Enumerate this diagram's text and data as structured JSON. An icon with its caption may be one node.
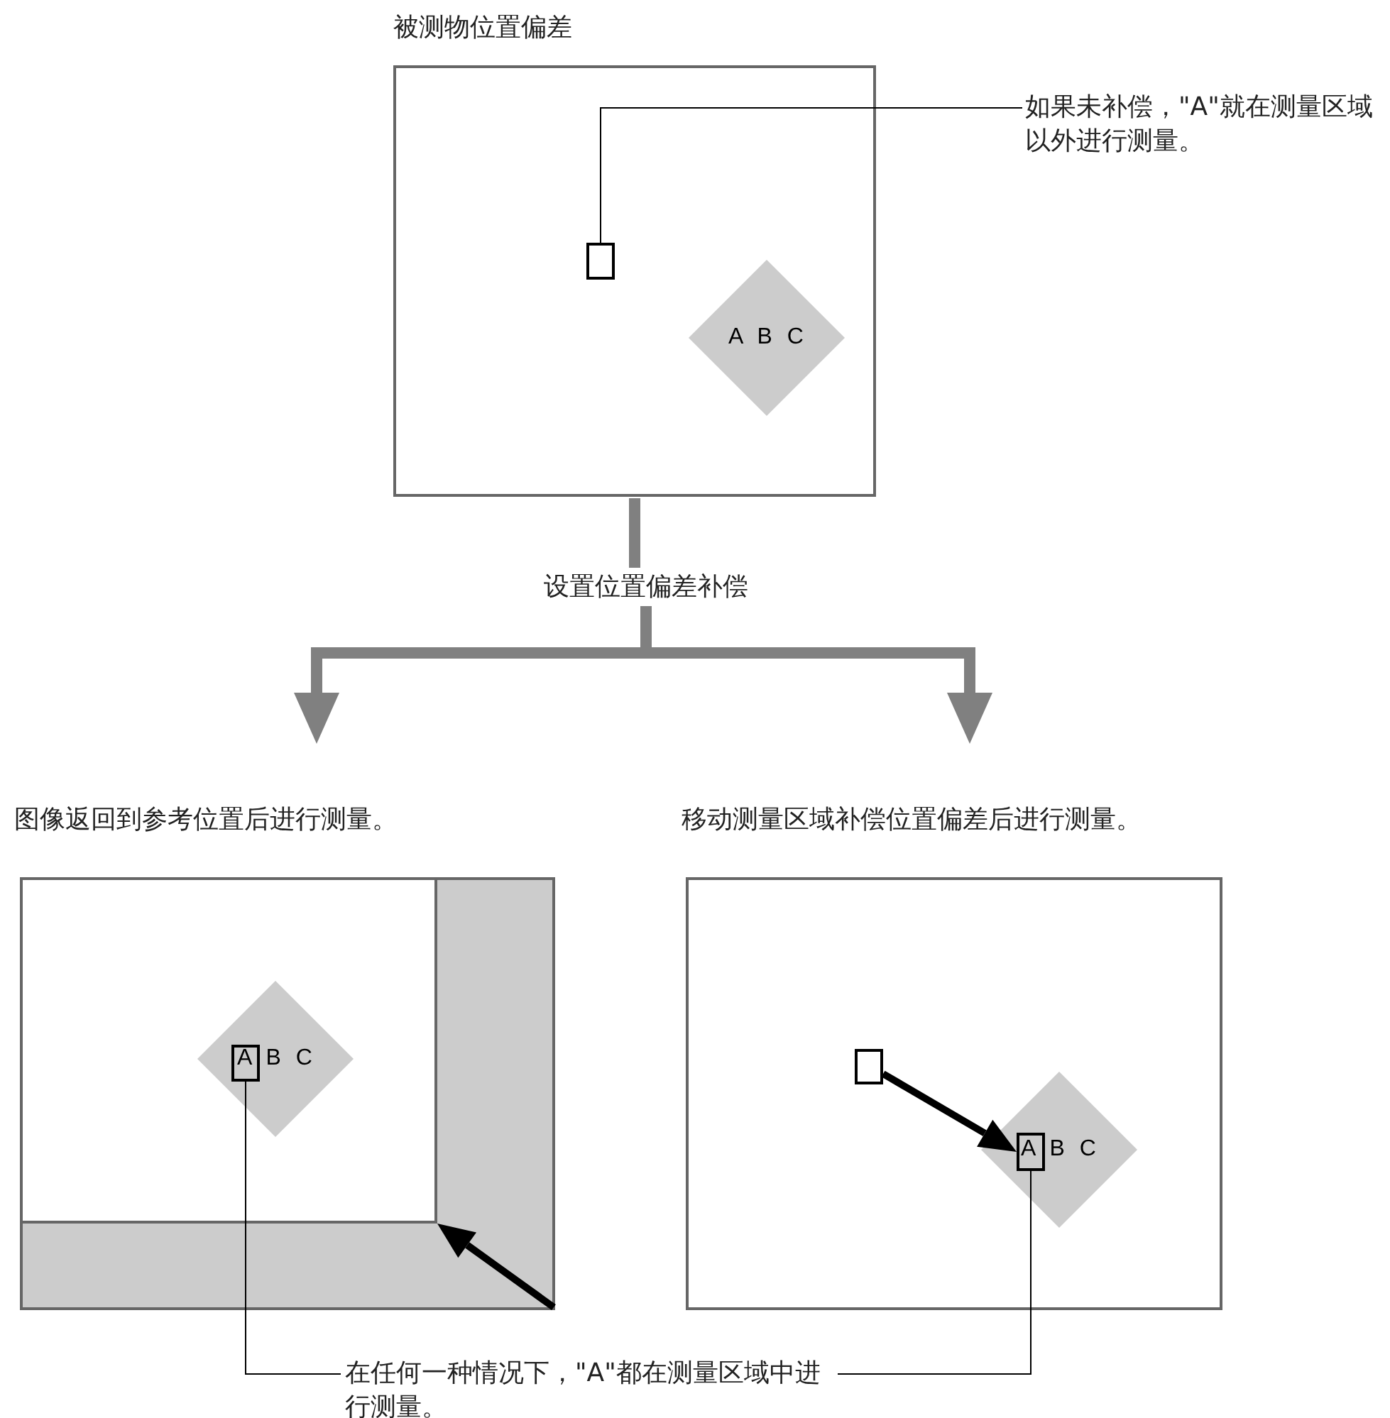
{
  "diagram": {
    "title": "被测物位置偏差",
    "nodes": [
      {
        "text": [],
        "shape": "box"
      },
      {
        "text": [
          "A B C"
        ],
        "in": 0
      },
      {
        "text": [],
        "shape": "box",
        "in": 0
      },
      {
        "text": [
          "如果未补偿，\"A\"就在测量区域以外进行测量。"
        ]
      },
      {
        "text": [
          "设置位置偏差补偿"
        ]
      },
      {
        "text": [
          "图像返回到参考位置后进行测量。"
        ]
      },
      {
        "text": [
          "移动测量区域补偿位置偏差后进行测量。"
        ]
      },
      {
        "text": [],
        "shape": "box"
      },
      {
        "text": [],
        "shape": "box",
        "in": 7
      },
      {
        "text": [
          "A B C"
        ],
        "in": 8
      },
      {
        "text": [],
        "shape": "box",
        "in": 9
      },
      {
        "text": [],
        "shape": "box"
      },
      {
        "text": [
          "A B C"
        ],
        "in": 11
      },
      {
        "text": [],
        "shape": "box",
        "in": 11
      },
      {
        "text": [],
        "shape": "box",
        "in": 12
      },
      {
        "text": [
          "在任何一种情况下，\"A\"都在测量区域中进行测量。"
        ]
      }
    ],
    "edges": [
      {
        "from": 0,
        "to": 4,
        "arrow": "none",
        "color": "#808080"
      },
      {
        "from": 4,
        "to": 5,
        "arrow": "to",
        "color": "#808080"
      },
      {
        "from": 4,
        "to": 6,
        "arrow": "to",
        "color": "#808080"
      },
      {
        "from": 3,
        "to": 2,
        "arrow": "none"
      },
      {
        "from": 15,
        "to": 10,
        "arrow": "none"
      },
      {
        "from": 15,
        "to": 14,
        "arrow": "none"
      },
      {
        "from": 13,
        "to": 14,
        "arrow": "to"
      },
      {
        "from": 7,
        "to": 8,
        "arrow": "to"
      }
    ]
  }
}
